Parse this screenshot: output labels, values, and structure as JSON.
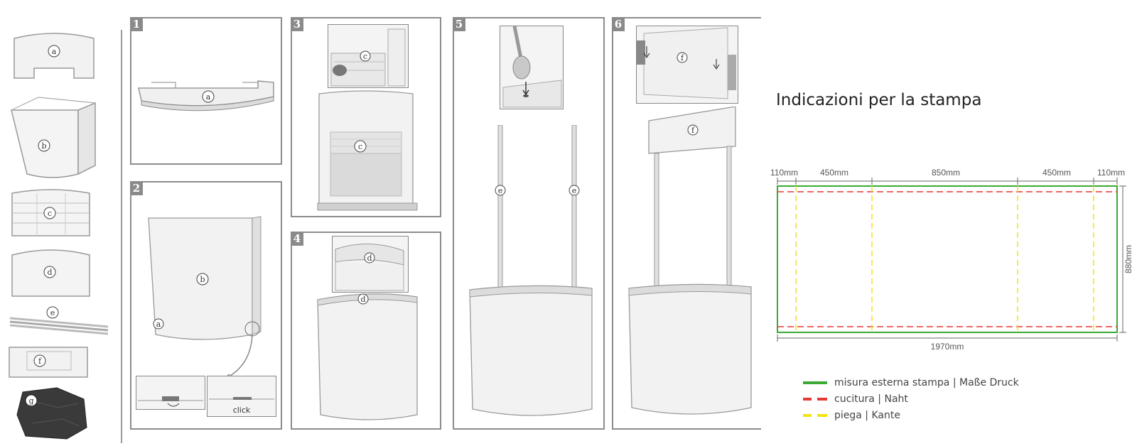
{
  "parts": [
    {
      "letter": "a"
    },
    {
      "letter": "b"
    },
    {
      "letter": "c"
    },
    {
      "letter": "d"
    },
    {
      "letter": "e"
    },
    {
      "letter": "f"
    },
    {
      "letter": "g"
    }
  ],
  "steps": [
    {
      "number": "1"
    },
    {
      "number": "2"
    },
    {
      "number": "3"
    },
    {
      "number": "4"
    },
    {
      "number": "5"
    },
    {
      "number": "6"
    }
  ],
  "step2_click": "click",
  "print": {
    "title": "Indicazioni per la stampa",
    "top_dimensions": [
      "110mm",
      "450mm",
      "850mm",
      "450mm",
      "110mm"
    ],
    "width_label": "1970mm",
    "height_label": "880mm"
  },
  "legend": [
    {
      "label": "misura esterna stampa | Maße Druck",
      "color": "#3aaa35",
      "style": "solid"
    },
    {
      "label": "cucitura | Naht",
      "color": "#e53935",
      "style": "dashed"
    },
    {
      "label": "piega | Kante",
      "color": "#f2e313",
      "style": "dashed"
    }
  ]
}
